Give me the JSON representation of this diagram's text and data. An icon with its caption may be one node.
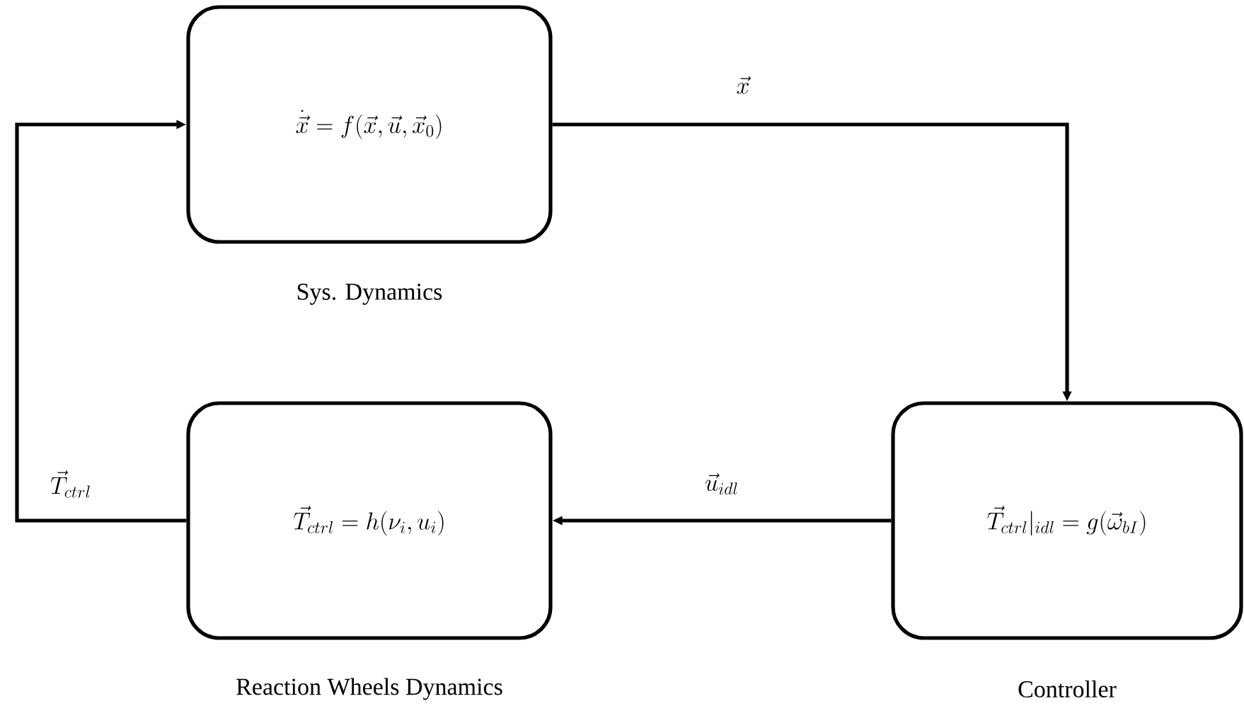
{
  "diagram": {
    "nodes": [
      {
        "text": [
          "\\dot{\\vec{x}} = f(\\vec{x},\\vec{u},\\vec{x}_0)"
        ],
        "beside": [
          "Sys. Dynamics"
        ]
      },
      {
        "text": [
          "\\vec{T}_{ctrl} = h(\\nu_i,u_i)"
        ],
        "beside": [
          "Reaction Wheels Dynamics"
        ]
      },
      {
        "text": [
          "\\vec{T}_{ctrl}|_{idl} = g(\\vec{\\omega}_{bI})"
        ],
        "beside": [
          "Controller"
        ]
      }
    ],
    "edges": [
      {
        "from": 0,
        "to": 2,
        "arrow": "to",
        "label": "\\vec{x}"
      },
      {
        "from": 2,
        "to": 1,
        "arrow": "to",
        "label": "\\vec{u}_{idl}"
      },
      {
        "from": 1,
        "to": 0,
        "arrow": "to",
        "label": "\\vec{T}_{ctrl}"
      }
    ]
  }
}
